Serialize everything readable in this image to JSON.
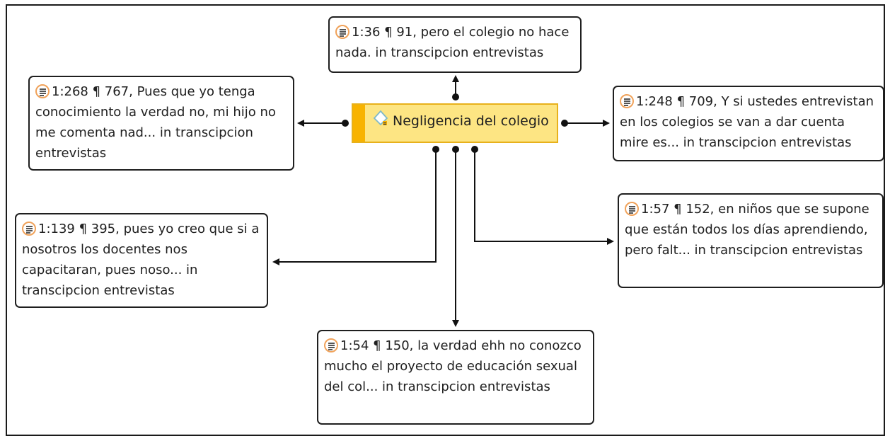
{
  "code": {
    "label": "Negligencia del colegio",
    "stripe_color": "#f8b300",
    "fill_color": "#fde583",
    "icon": "code-diamond-icon"
  },
  "quotations": [
    {
      "id": "q-top",
      "text": "1:36 ¶ 91, pero el colegio no hace nada. in transcipcion entrevistas"
    },
    {
      "id": "q-left-upper",
      "text": "1:268 ¶ 767, Pues que yo tenga conocimiento la verdad no, mi hijo no me comenta nad... in transcipcion entrevistas"
    },
    {
      "id": "q-right-upper",
      "text": "1:248 ¶ 709, Y si ustedes entrevistan en los colegios se van a dar cuenta mire es... in transcipcion entrevistas"
    },
    {
      "id": "q-left-lower",
      "text": "1:139 ¶ 395, pues yo creo que si a nosotros los docentes nos capacitaran, pues noso... in transcipcion entrevistas"
    },
    {
      "id": "q-right-lower",
      "text": "1:57 ¶ 152, en niños que se supone que están todos los días aprendiendo, pero falt... in transcipcion entrevistas"
    },
    {
      "id": "q-bottom",
      "text": "1:54 ¶ 150, la verdad ehh no conozco mucho el proyecto de educación sexual del col... in transcipcion entrevistas"
    }
  ],
  "quote_icon": "quotation-document-icon",
  "quote_icon_color": "#f0a25a"
}
